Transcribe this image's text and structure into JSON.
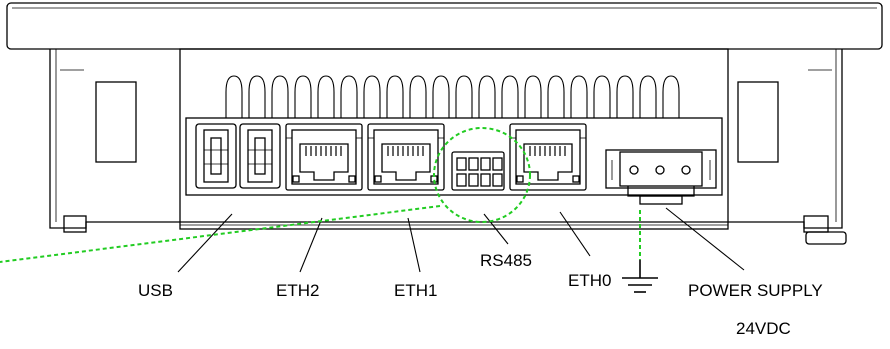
{
  "labels": {
    "usb": "USB",
    "eth2": "ETH2",
    "eth1": "ETH1",
    "rs485": "RS485",
    "eth0": "ETH0",
    "power_supply": "POWER SUPPLY",
    "voltage": "24VDC"
  },
  "colors": {
    "line": "#000000",
    "highlight": "#22cc22",
    "background": "#ffffff"
  }
}
